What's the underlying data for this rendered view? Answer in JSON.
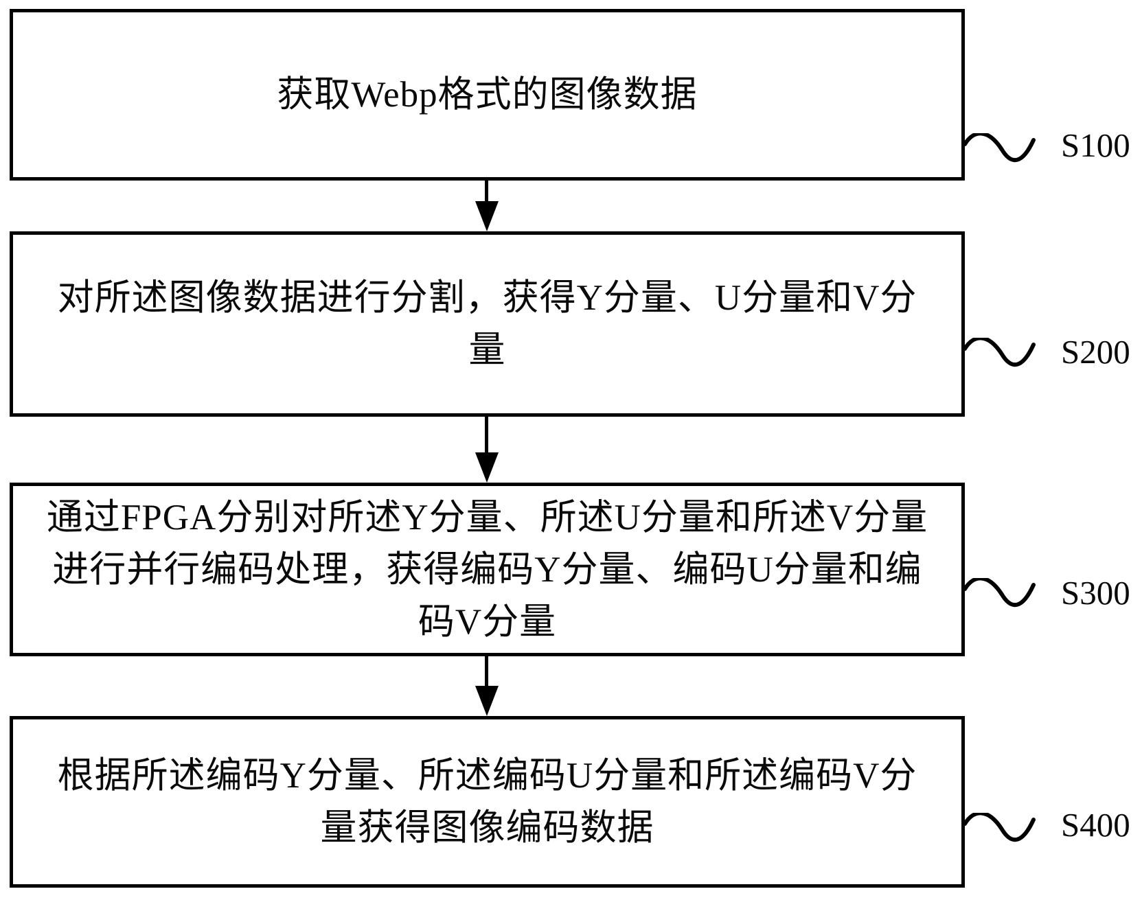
{
  "figure": {
    "type": "flowchart",
    "background_color": "#ffffff",
    "line_color": "#000000",
    "text_color": "#0a0a0a"
  },
  "steps": [
    {
      "id": "S100",
      "label": "S100",
      "text": "获取Webp格式的图像数据",
      "lines": [
        "获取Webp格式的图像数据"
      ]
    },
    {
      "id": "S200",
      "label": "S200",
      "text": "对所述图像数据进行分割，获得Y分量、U分量和V分量",
      "lines": [
        "对所述图像数据进行分割，获得Y分量、U分量和V分",
        "量"
      ]
    },
    {
      "id": "S300",
      "label": "S300",
      "text": "通过FPGA分别对所述Y分量、所述U分量和所述V分量进行并行编码处理，获得编码Y分量、编码U分量和编码V分量",
      "lines": [
        "通过FPGA分别对所述Y分量、所述U分量和所述V分量",
        "进行并行编码处理，获得编码Y分量、编码U分量和编",
        "码V分量"
      ]
    },
    {
      "id": "S400",
      "label": "S400",
      "text": "根据所述编码Y分量、所述编码U分量和所述编码V分量获得图像编码数据",
      "lines": [
        "根据所述编码Y分量、所述编码U分量和所述编码V分",
        "量获得图像编码数据"
      ]
    }
  ]
}
